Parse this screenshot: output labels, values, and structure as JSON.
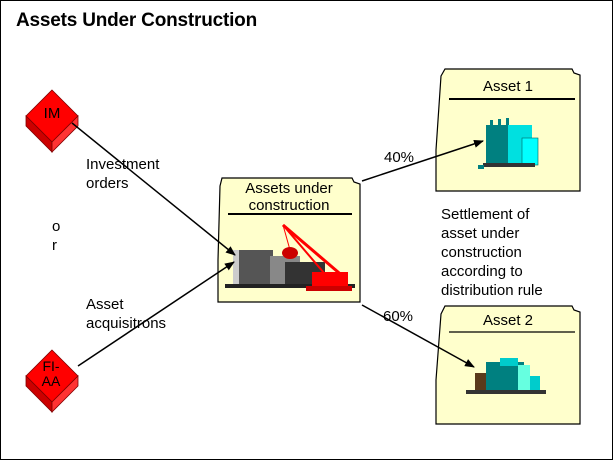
{
  "title": "Assets Under Construction",
  "sources": [
    {
      "id": "im",
      "label": "IM",
      "flow_label": [
        "Investment",
        "orders"
      ]
    },
    {
      "id": "fi-aa",
      "label": [
        "FI-",
        "AA"
      ],
      "flow_label": [
        "Asset",
        "acquisitrons"
      ]
    }
  ],
  "or_label": [
    "o",
    "r"
  ],
  "center": {
    "title": [
      "Assets under",
      "construction"
    ],
    "icon": "construction-crane-icon"
  },
  "settlement_text": [
    "Settlement of",
    "asset under",
    "construction",
    "according to",
    "distribution rule"
  ],
  "targets": [
    {
      "title": "Asset 1",
      "percent": "40%",
      "icon": "building-icon"
    },
    {
      "title": "Asset 2",
      "percent": "60%",
      "icon": "factory-icon"
    }
  ],
  "colors": {
    "card_fill": "#ffffcc",
    "diamond_red": "#ff0000",
    "diamond_dark": "#cc0000",
    "teal": "#008080",
    "cyan": "#00ffff"
  }
}
